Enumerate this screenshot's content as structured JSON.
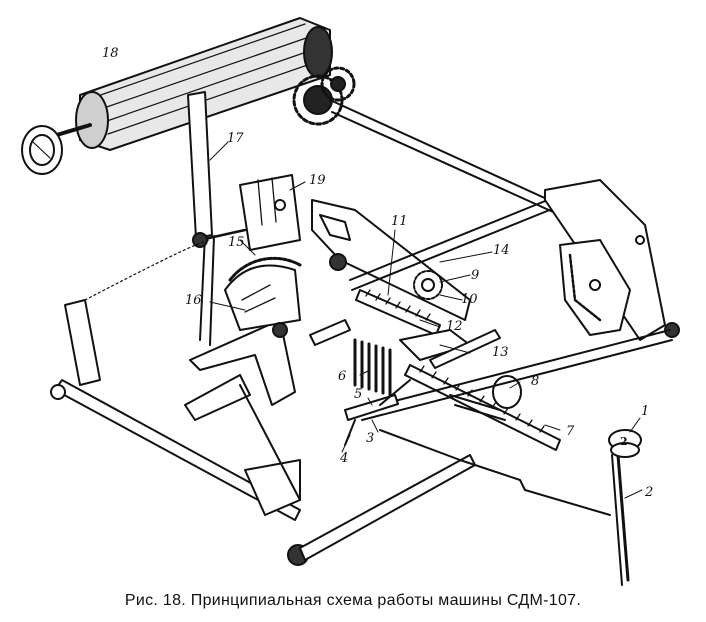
{
  "caption": "Рис. 18. Принципиальная схема работы машины СДМ-107.",
  "labels": {
    "l1": "1",
    "l2": "2",
    "l3": "3",
    "l4": "4",
    "l5": "5",
    "l6": "6",
    "l7": "7",
    "l8": "8",
    "l9": "9",
    "l10": "10",
    "l11": "11",
    "l12": "12",
    "l13": "13",
    "l14": "14",
    "l15": "15",
    "l16": "16",
    "l17": "17",
    "l18": "18",
    "l19": "19"
  },
  "key_digit": "2"
}
